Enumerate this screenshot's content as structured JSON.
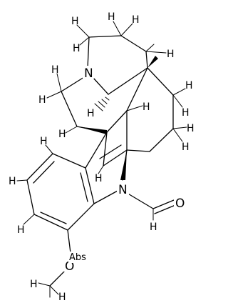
{
  "molecule": {
    "atoms": {
      "n_top": "N",
      "n_bottom": "N",
      "o_aldehyde": "O",
      "o_methoxy": "O"
    },
    "hydrogens": [
      "H",
      "H",
      "H",
      "H",
      "H",
      "H",
      "H",
      "H",
      "H",
      "H",
      "H",
      "H",
      "H",
      "H",
      "H",
      "H",
      "H",
      "H",
      "H",
      "H",
      "H"
    ],
    "stereo_flag": "Abs",
    "colors": {
      "ink": "#000000",
      "background": "#ffffff"
    }
  }
}
